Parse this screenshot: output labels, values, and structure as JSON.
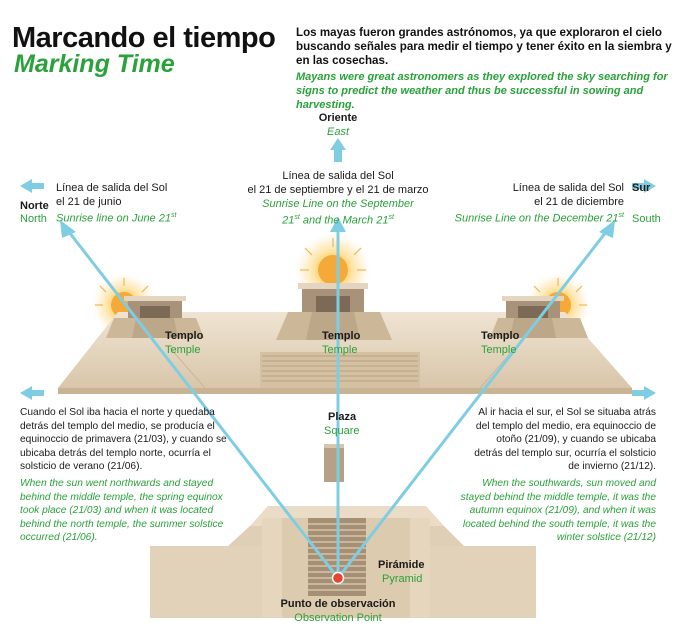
{
  "header": {
    "title_es": "Marcando el tiempo",
    "title_en": "Marking Time",
    "intro_es": "Los mayas fueron grandes astrónomos, ya que exploraron el cielo buscando señales para medir el tiempo y tener éxito en la siembra y en las cosechas.",
    "intro_en": "Mayans were great astronomers as they explored the sky searching for signs to predict the weather and thus be successful in sowing and harvesting."
  },
  "directions": {
    "east_es": "Oriente",
    "east_en": "East",
    "north_es": "Norte",
    "north_en": "North",
    "south_es": "Sur",
    "south_en": "South"
  },
  "sunrise_lines": {
    "north_es_1": "Línea de salida del Sol",
    "north_es_2": "el 21 de junio",
    "north_en": "Sunrise line on June 21",
    "north_en_sup": "st",
    "middle_es_1": "Línea de salida del Sol",
    "middle_es_2": "el 21 de septiembre y el 21 de marzo",
    "middle_en_1": "Sunrise Line on the September",
    "middle_en_2a": "21",
    "middle_en_2sup": "st",
    "middle_en_2b": " and the March 21",
    "middle_en_2sup2": "st",
    "south_es_1": "Línea de salida del Sol",
    "south_es_2": "el 21 de diciembre",
    "south_en": "Sunrise Line on the December 21",
    "south_en_sup": "st"
  },
  "temples": {
    "label_es": "Templo",
    "label_en": "Temple"
  },
  "plaza": {
    "es": "Plaza",
    "en": "Square"
  },
  "pyramid": {
    "es": "Pirámide",
    "en": "Pyramid"
  },
  "observation": {
    "es": "Punto de observación",
    "en": "Observation Point"
  },
  "left_text": {
    "es": "Cuando el Sol iba hacia el norte y quedaba detrás del templo del medio, se producía el equinoccio de primavera (21/03), y cuando se ubicaba detrás del templo norte, ocurría el solsticio de verano (21/06).",
    "en": "When the sun went northwards and stayed behind the middle temple, the spring equinox took place (21/03) and when it was located behind the north temple, the summer solstice occurred (21/06)."
  },
  "right_text": {
    "es": "Al ir hacia el sur, el Sol se situaba atrás del templo del medio, era equinoccio de otoño (21/09), y cuando se ubicaba detrás del templo sur, ocurría el solsticio de invierno (21/12).",
    "en": "When the southwards, sun moved and stayed behind the middle temple, it was the autumn equinox (21/09), and when it was located behind the south temple, it was the winter solstice (21/12)"
  },
  "colors": {
    "accent_green": "#2aa13a",
    "ray_blue": "#7fcde3",
    "stone_light": "#e9dcc8",
    "stone_mid": "#cdb79a",
    "stone_dark": "#9d8870",
    "sun": "#f2a531"
  }
}
